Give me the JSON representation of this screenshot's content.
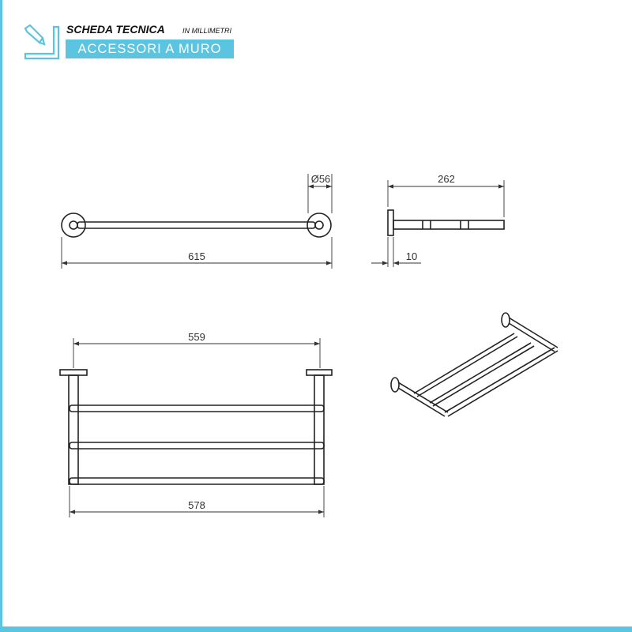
{
  "header": {
    "title": "SCHEDA TECNICA",
    "units": "IN MILLIMETRI",
    "category": "ACCESSORI A MURO"
  },
  "dimensions": {
    "front_length": "615",
    "diameter": "Ø56",
    "depth": "262",
    "plate_thickness": "10",
    "inner_width": "559",
    "outer_width": "578"
  },
  "colors": {
    "accent": "#5bc4e0",
    "line": "#222222"
  }
}
